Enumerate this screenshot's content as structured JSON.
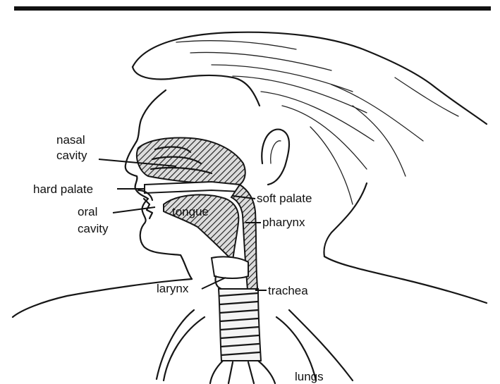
{
  "labels": {
    "nasal_cavity_line1": "nasal",
    "nasal_cavity_line2": "cavity",
    "hard_palate": "hard palate",
    "oral_cavity_line1": "oral",
    "oral_cavity_line2": "cavity",
    "tongue": "tongue",
    "soft_palate": "soft palate",
    "pharynx": "pharynx",
    "larynx": "larynx",
    "trachea": "trachea",
    "lungs": "lungs"
  },
  "colors": {
    "ink": "#161616",
    "background": "#ffffff"
  }
}
